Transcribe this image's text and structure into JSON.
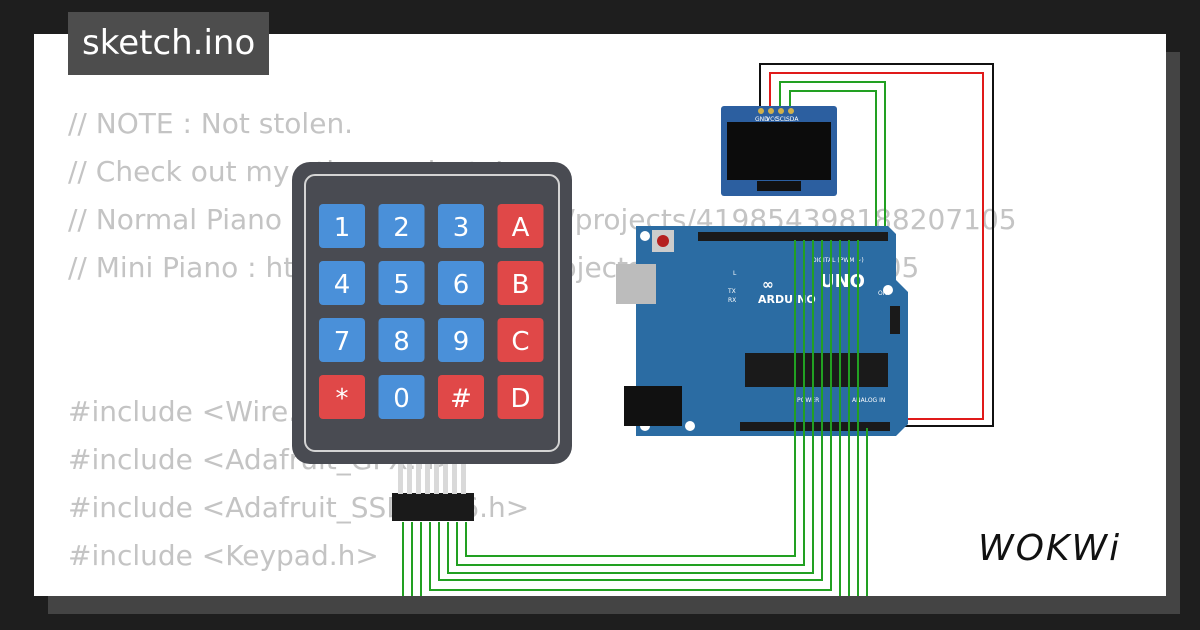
{
  "file_title": "sketch.ino",
  "code_lines": [
    "// NOTE : Not stolen.",
    "// Check out my other projects!",
    "// Normal Piano : https://wokwi.com/projects/419854398188207105",
    "// Mini Piano : https://wokwi.com/projects/419854311951105",
    "",
    "",
    "#include <Wire.h>",
    "#include <Adafruit_GFX.h>",
    "#include <Adafruit_SSD1306.h>",
    "#include <Keypad.h>"
  ],
  "keypad": {
    "keys": [
      {
        "label": "1",
        "color": "#4a90d9"
      },
      {
        "label": "2",
        "color": "#4a90d9"
      },
      {
        "label": "3",
        "color": "#4a90d9"
      },
      {
        "label": "A",
        "color": "#e04848"
      },
      {
        "label": "4",
        "color": "#4a90d9"
      },
      {
        "label": "5",
        "color": "#4a90d9"
      },
      {
        "label": "6",
        "color": "#4a90d9"
      },
      {
        "label": "B",
        "color": "#e04848"
      },
      {
        "label": "7",
        "color": "#4a90d9"
      },
      {
        "label": "8",
        "color": "#4a90d9"
      },
      {
        "label": "9",
        "color": "#4a90d9"
      },
      {
        "label": "C",
        "color": "#e04848"
      },
      {
        "label": "*",
        "color": "#e04848"
      },
      {
        "label": "0",
        "color": "#4a90d9"
      },
      {
        "label": "#",
        "color": "#e04848"
      },
      {
        "label": "D",
        "color": "#e04848"
      }
    ]
  },
  "oled": {
    "pins": [
      "GND",
      "VCC",
      "SCL",
      "SDA"
    ]
  },
  "arduino": {
    "brand": "ARDUINO",
    "model": "UNO",
    "digital_label": "DIGITAL (PWM ~)",
    "power_label": "POWER",
    "analog_label": "ANALOG IN",
    "on_label": "ON",
    "tx_label": "TX",
    "rx_label": "RX",
    "l_label": "L",
    "board_color": "#2b6ca3"
  },
  "watermark": "WOKWi",
  "colors": {
    "wire_green": "#22a022",
    "wire_red": "#e01a1a",
    "wire_black": "#111111"
  }
}
